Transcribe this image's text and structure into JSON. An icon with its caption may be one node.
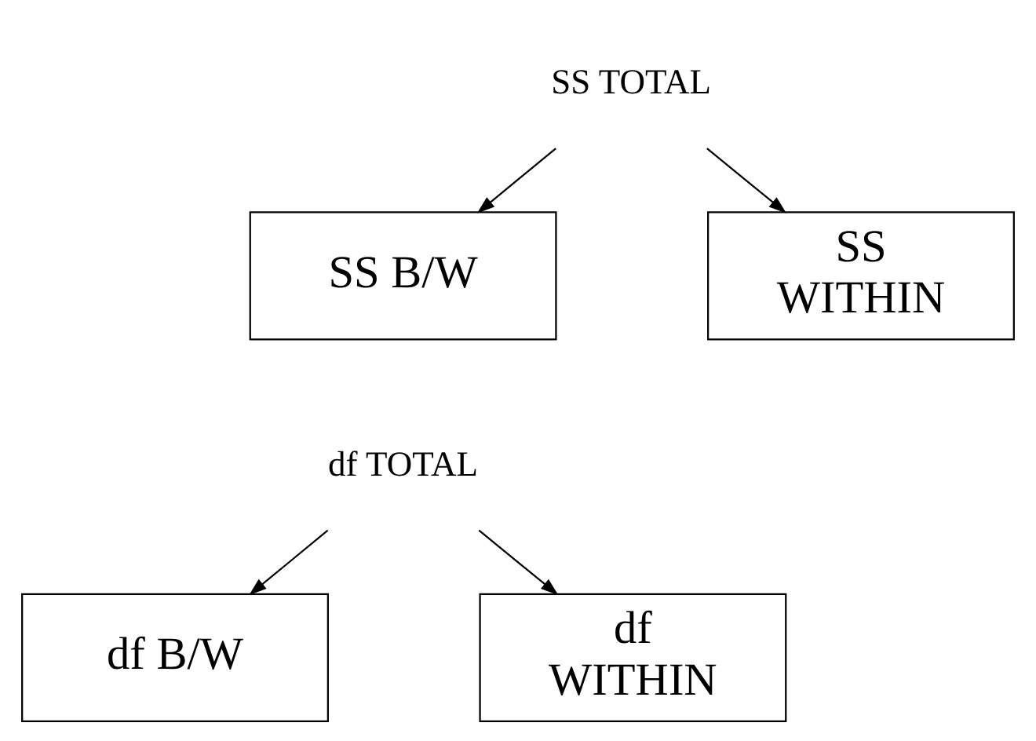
{
  "diagram": {
    "nodes": [
      {
        "text": [
          "SS TOTAL"
        ]
      },
      {
        "text": [
          "SS B/W"
        ]
      },
      {
        "text": [
          "SS WITHIN"
        ]
      },
      {
        "text": [
          "df TOTAL"
        ]
      },
      {
        "text": [
          "df B/W"
        ]
      },
      {
        "text": [
          "df WITHIN"
        ]
      }
    ],
    "edges": [
      {
        "from": 0,
        "to": 1,
        "arrow": "to"
      },
      {
        "from": 0,
        "to": 2,
        "arrow": "to"
      },
      {
        "from": 3,
        "to": 4,
        "arrow": "to"
      },
      {
        "from": 3,
        "to": 5,
        "arrow": "to"
      }
    ]
  }
}
